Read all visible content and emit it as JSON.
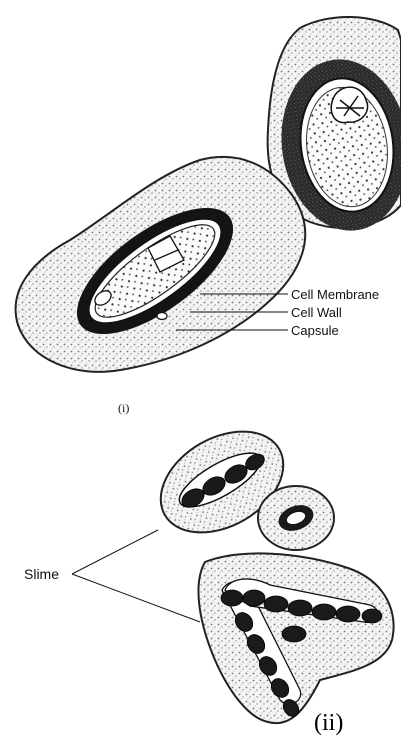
{
  "panel_i": {
    "label": "(i)",
    "annotations": [
      "Cell Membrane",
      "Cell Wall",
      "Capsule"
    ]
  },
  "panel_ii": {
    "label": "(ii)",
    "annotation": "Slime"
  },
  "colors": {
    "ink": "#111111",
    "stipple": "#9a9a9a",
    "capsule_fill": "#f3f3f3"
  }
}
